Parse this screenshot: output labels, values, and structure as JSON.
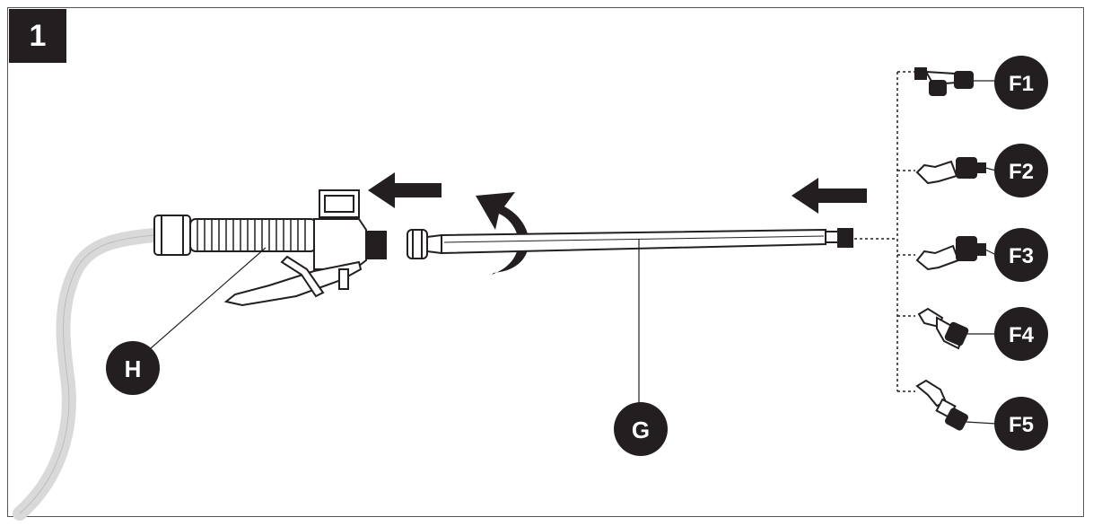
{
  "step": {
    "number": "1"
  },
  "labels": {
    "hose_gun": "H",
    "lance": "G",
    "nozzles": [
      "F1",
      "F2",
      "F3",
      "F4",
      "F5"
    ]
  },
  "colors": {
    "ink": "#231f20",
    "hose": "#d9d9d9",
    "frame": "#555555"
  },
  "icons": {
    "push_arrow": "arrow-left-icon",
    "twist_arrow": "rotate-arrow-icon"
  }
}
